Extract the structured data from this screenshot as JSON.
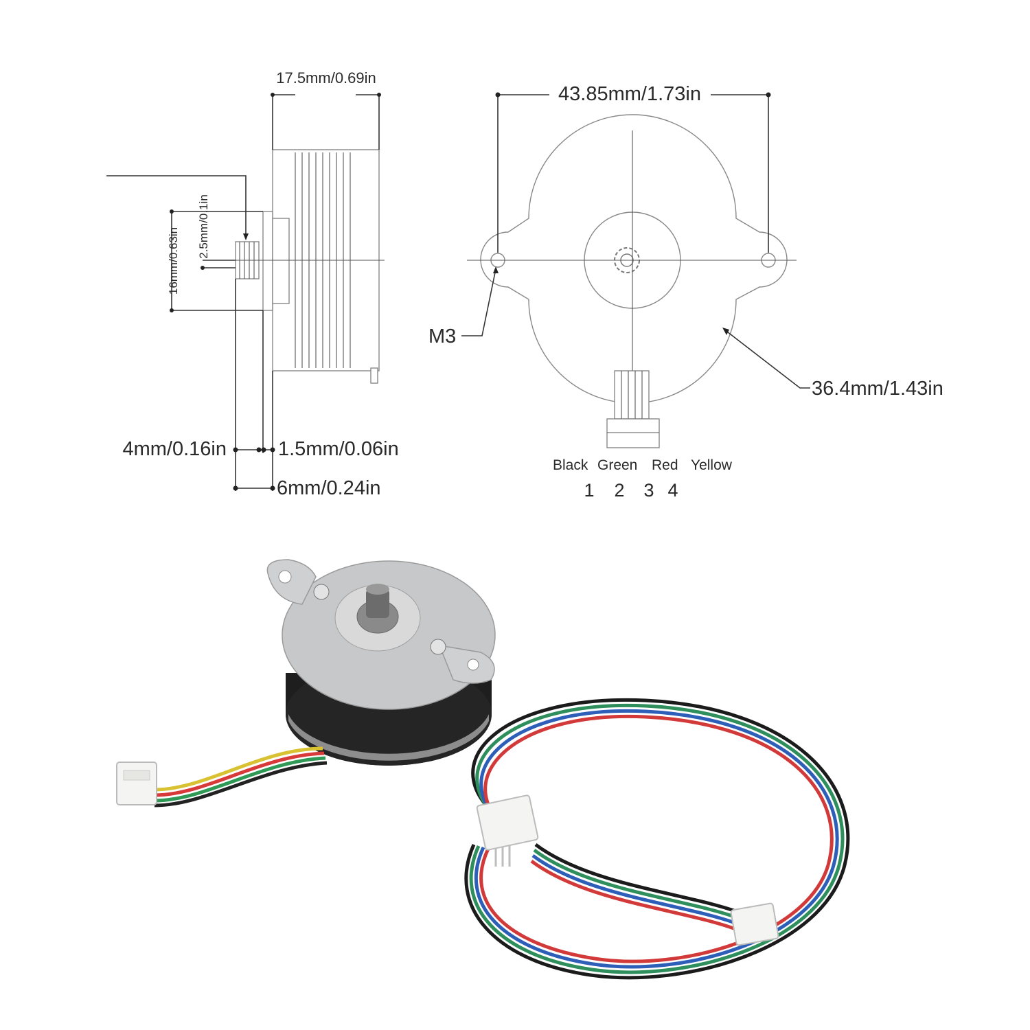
{
  "side_view": {
    "labels": {
      "body_length": "17.5mm/0.69in",
      "gear_diameter": "16mm/0.63in",
      "gear_offset": "2.5mm/0.1in",
      "gear_width": "4mm/0.16in",
      "flange_thickness": "1.5mm/0.06in",
      "shaft_length": "6mm/0.24in"
    }
  },
  "front_view": {
    "labels": {
      "hole_spacing": "43.85mm/1.73in",
      "screw_size": "M3",
      "body_diameter": "36.4mm/1.43in"
    },
    "wires": {
      "colors": [
        "Black",
        "Green",
        "Red",
        "Yellow"
      ],
      "pins": [
        "1",
        "2",
        "3",
        "4"
      ]
    }
  },
  "photo": {
    "wire_colors": [
      "#d9c232",
      "#d83a3a",
      "#2f9a55",
      "#222222"
    ],
    "cable_colors": [
      "#1b1b1b",
      "#2e8f5c",
      "#2d5eb8",
      "#d23a3a"
    ]
  }
}
